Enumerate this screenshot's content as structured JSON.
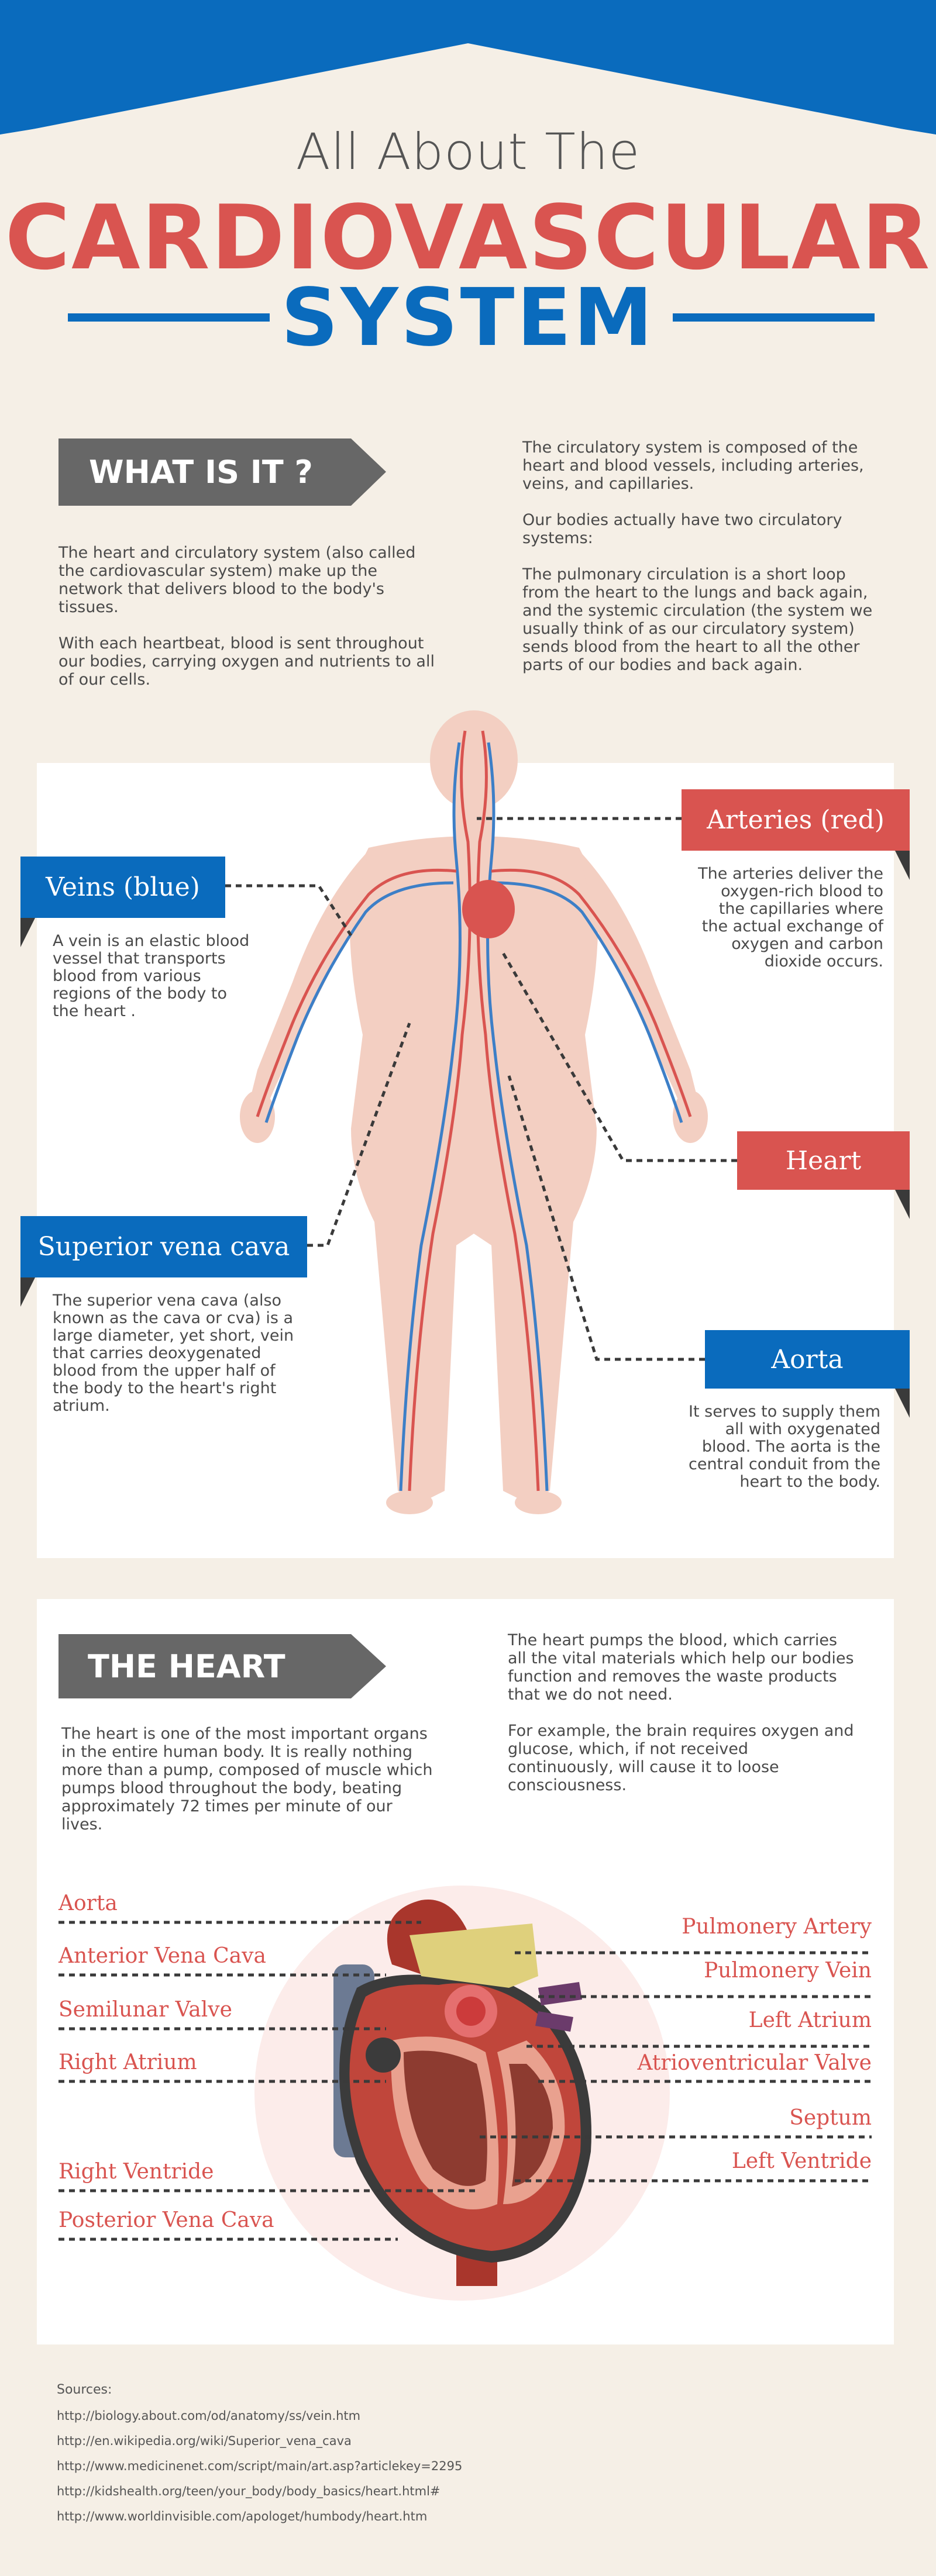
{
  "header": {
    "title_line1": "All About The",
    "title_line2": "CARDIOVASCULAR",
    "title_line3": "SYSTEM"
  },
  "what_is_it": {
    "heading": "WHAT IS IT ?",
    "left_p1": "The heart and circulatory system (also called the cardiovascular system) make up the network that delivers blood to the body's tissues.",
    "left_p2": "With each heartbeat, blood is sent throughout our bodies, carrying oxygen and nutrients to all of our cells.",
    "right_p1": "The circulatory system is composed of the heart and blood vessels, including arteries, veins, and capillaries.",
    "right_p2": "Our bodies actually have two circulatory systems:",
    "right_p3": "The pulmonary circulation is a short loop from the heart to the lungs and back again, and the systemic circulation (the system we usually think of as our circulatory system) sends blood from the heart to all the other parts of our bodies and back again."
  },
  "body_diagram": {
    "arteries": {
      "label": "Arteries (red)",
      "desc": "The arteries deliver the oxygen-rich blood to the capillaries where the actual exchange of oxygen and carbon dioxide occurs."
    },
    "veins": {
      "label": "Veins (blue)",
      "desc": "A vein is an elastic blood vessel that transports blood from various regions of the body to the heart ."
    },
    "heart": {
      "label": "Heart"
    },
    "svc": {
      "label": "Superior vena cava",
      "desc": "The superior vena cava (also known as the cava or cva) is a large diameter, yet short, vein that carries deoxygenated blood from the upper half of the body to the heart's right atrium."
    },
    "aorta": {
      "label": "Aorta",
      "desc": "It serves to supply them all with oxygenated blood. The aorta is the central conduit from the heart to the body."
    }
  },
  "the_heart": {
    "heading": "THE HEART",
    "left_p1": "The heart is one of the most important organs in the entire human body. It is really nothing more than a pump, composed of muscle which pumps blood throughout the body, beating approximately 72 times per minute of our lives.",
    "right_p1": "The heart pumps the blood, which carries all the vital materials which help our bodies function and removes the waste products that we do not need.",
    "right_p2": "For example, the brain requires oxygen and glucose, which, if not received continuously, will cause it to loose consciousness."
  },
  "heart_labels": {
    "left": [
      "Aorta",
      "Anterior Vena Cava",
      "Semilunar Valve",
      "Right Atrium",
      "Right Ventride",
      "Posterior Vena Cava"
    ],
    "right": [
      "Pulmonery Artery",
      "Pulmonery Vein",
      "Left Atrium",
      "Atrioventricular Valve",
      "Septum",
      "Left Ventride"
    ]
  },
  "sources": {
    "title": "Sources:",
    "links": [
      "http://biology.about.com/od/anatomy/ss/vein.htm",
      "http://en.wikipedia.org/wiki/Superior_vena_cava",
      "http://www.medicinenet.com/script/main/art.asp?articlekey=2295",
      "http://kidshealth.org/teen/your_body/body_basics/heart.html#",
      "http://www.worldinvisible.com/apologet/humbody/heart.htm"
    ]
  },
  "colors": {
    "red": "#d95450",
    "blue": "#0a6bbd",
    "gray_banner": "#676767",
    "background": "#f5efe6"
  }
}
